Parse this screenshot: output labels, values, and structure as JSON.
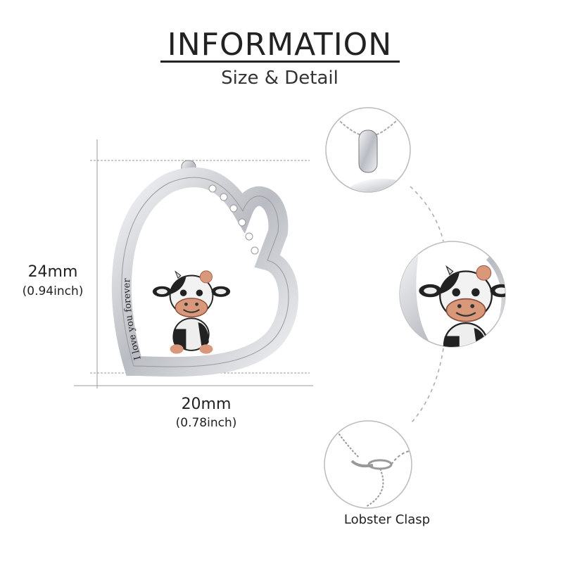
{
  "header": {
    "title": "INFORMATION",
    "subtitle": "Size & Detail"
  },
  "dimensions": {
    "height": {
      "value": "24mm",
      "inch": "(0.94inch)"
    },
    "width": {
      "value": "20mm",
      "inch": "(0.78inch)"
    }
  },
  "pendant": {
    "engraving": "I love you forever"
  },
  "details": [
    {
      "name": "bail"
    },
    {
      "name": "cow-closeup"
    },
    {
      "name": "clasp",
      "label": "Lobster Clasp"
    }
  ],
  "colors": {
    "silver": "#c9cbcf",
    "rose_gold": "#d9987a",
    "text": "#222222",
    "guide": "#9a9a9a"
  }
}
